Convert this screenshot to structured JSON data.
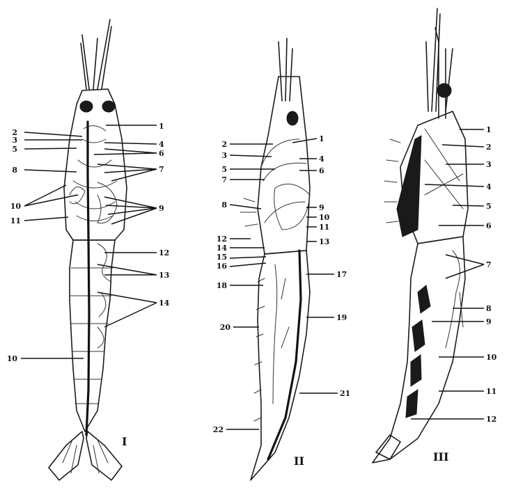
{
  "panels": [
    {
      "numeral": "I",
      "labels": [
        {
          "text": "1",
          "side": "right"
        },
        {
          "text": "2",
          "side": "left"
        },
        {
          "text": "3",
          "side": "left"
        },
        {
          "text": "4",
          "side": "right"
        },
        {
          "text": "5",
          "side": "left"
        },
        {
          "text": "6",
          "side": "right"
        },
        {
          "text": "7",
          "side": "right"
        },
        {
          "text": "8",
          "side": "left"
        },
        {
          "text": "9",
          "side": "right"
        },
        {
          "text": "10",
          "side": "left"
        },
        {
          "text": "11",
          "side": "left"
        },
        {
          "text": "12",
          "side": "right"
        },
        {
          "text": "13",
          "side": "right"
        },
        {
          "text": "14",
          "side": "right"
        },
        {
          "text": "10",
          "side": "left"
        }
      ]
    },
    {
      "numeral": "II",
      "labels": [
        {
          "text": "1",
          "side": "right"
        },
        {
          "text": "2",
          "side": "left"
        },
        {
          "text": "3",
          "side": "left"
        },
        {
          "text": "4",
          "side": "right"
        },
        {
          "text": "5",
          "side": "left"
        },
        {
          "text": "6",
          "side": "right"
        },
        {
          "text": "7",
          "side": "left"
        },
        {
          "text": "8",
          "side": "left"
        },
        {
          "text": "9",
          "side": "right"
        },
        {
          "text": "10",
          "side": "right"
        },
        {
          "text": "11",
          "side": "right"
        },
        {
          "text": "12",
          "side": "left"
        },
        {
          "text": "13",
          "side": "right"
        },
        {
          "text": "14",
          "side": "left"
        },
        {
          "text": "15",
          "side": "left"
        },
        {
          "text": "16",
          "side": "left"
        },
        {
          "text": "17",
          "side": "right"
        },
        {
          "text": "18",
          "side": "left"
        },
        {
          "text": "19",
          "side": "right"
        },
        {
          "text": "20",
          "side": "left"
        },
        {
          "text": "21",
          "side": "right"
        },
        {
          "text": "22",
          "side": "left"
        }
      ]
    },
    {
      "numeral": "III",
      "labels": [
        {
          "text": "1",
          "side": "right"
        },
        {
          "text": "2",
          "side": "right"
        },
        {
          "text": "3",
          "side": "right"
        },
        {
          "text": "4",
          "side": "right"
        },
        {
          "text": "5",
          "side": "right"
        },
        {
          "text": "6",
          "side": "right"
        },
        {
          "text": "7",
          "side": "right"
        },
        {
          "text": "8",
          "side": "right"
        },
        {
          "text": "9",
          "side": "right"
        },
        {
          "text": "10",
          "side": "right"
        },
        {
          "text": "11",
          "side": "right"
        },
        {
          "text": "12",
          "side": "right"
        }
      ]
    }
  ]
}
